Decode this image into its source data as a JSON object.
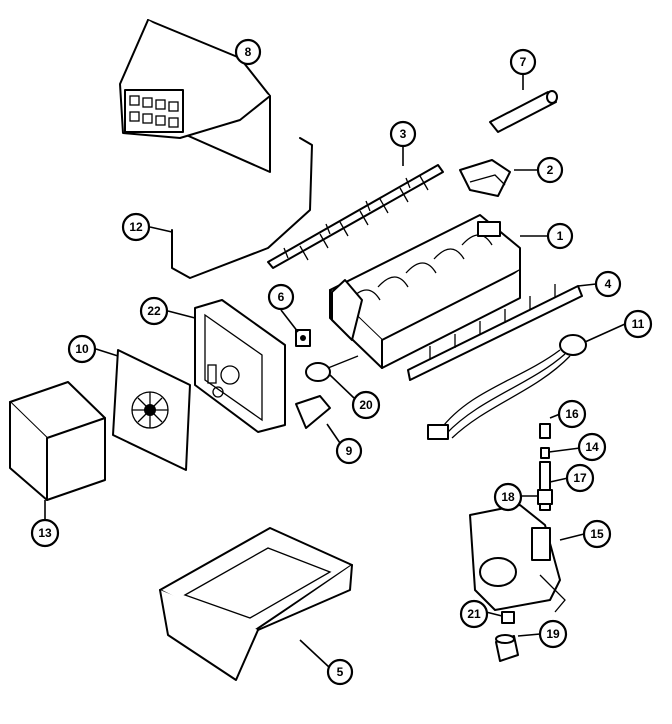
{
  "diagram": {
    "callouts": [
      {
        "id": "8",
        "label": "8"
      },
      {
        "id": "7",
        "label": "7"
      },
      {
        "id": "3",
        "label": "3"
      },
      {
        "id": "2",
        "label": "2"
      },
      {
        "id": "12",
        "label": "12"
      },
      {
        "id": "1",
        "label": "1"
      },
      {
        "id": "4",
        "label": "4"
      },
      {
        "id": "22",
        "label": "22"
      },
      {
        "id": "6",
        "label": "6"
      },
      {
        "id": "11",
        "label": "11"
      },
      {
        "id": "10",
        "label": "10"
      },
      {
        "id": "20",
        "label": "20"
      },
      {
        "id": "16",
        "label": "16"
      },
      {
        "id": "14",
        "label": "14"
      },
      {
        "id": "9",
        "label": "9"
      },
      {
        "id": "17",
        "label": "17"
      },
      {
        "id": "13",
        "label": "13"
      },
      {
        "id": "18",
        "label": "18"
      },
      {
        "id": "15",
        "label": "15"
      },
      {
        "id": "21",
        "label": "21"
      },
      {
        "id": "19",
        "label": "19"
      },
      {
        "id": "5",
        "label": "5"
      }
    ]
  }
}
